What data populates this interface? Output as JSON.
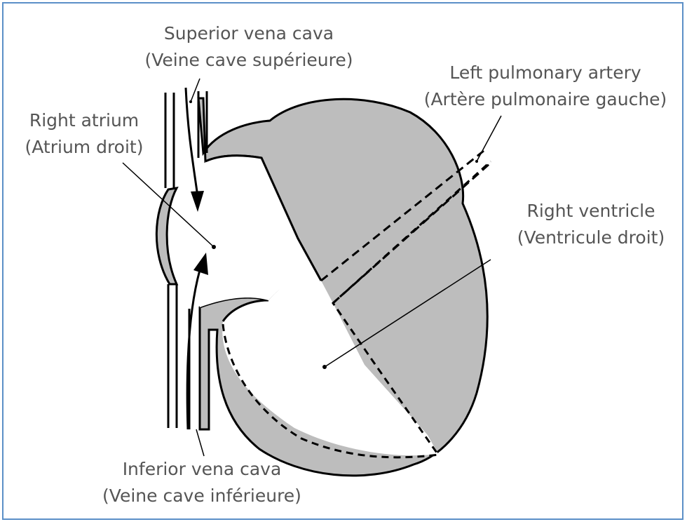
{
  "colors": {
    "frame_border": "#5b8fc7",
    "wall_fill": "#bdbdbd",
    "outline": "#000000",
    "label_text": "#555555"
  },
  "labels": {
    "svc_en": "Superior vena cava",
    "svc_fr": "(Veine cave supérieure)",
    "lpa_en": "Left pulmonary artery",
    "lpa_fr": "(Artère pulmonaire gauche)",
    "ra_en": "Right atrium",
    "ra_fr": "(Atrium droit)",
    "rv_en": "Right ventricle",
    "rv_fr": "(Ventricule droit)",
    "ivc_en": "Inferior vena cava",
    "ivc_fr": "(Veine cave inférieure)"
  }
}
